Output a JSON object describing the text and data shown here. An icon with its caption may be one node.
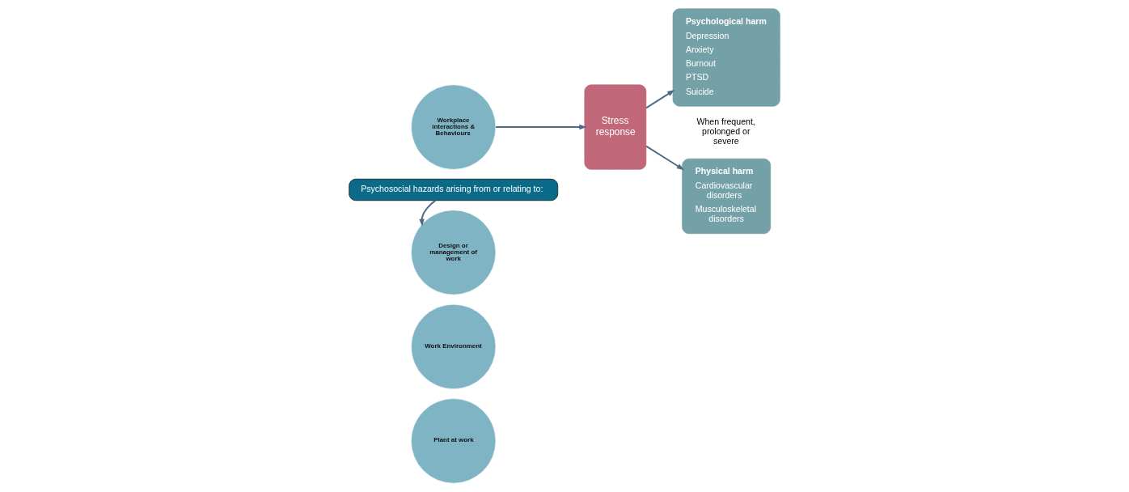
{
  "diagram": {
    "nodes": [
      {
        "text": [
          "Psychosocial hazards arising from or relating to:"
        ]
      },
      {
        "text": [
          "Design or management of work"
        ]
      },
      {
        "text": [
          "Work Environment"
        ]
      },
      {
        "text": [
          "Workplace interactions & Behaviours"
        ]
      },
      {
        "text": [
          "Plant at work"
        ]
      },
      {
        "text": [
          "Stress response"
        ]
      },
      {
        "text": [
          "Psychological harm",
          "Depression",
          "Anxiety",
          "Burnout",
          "PTSD",
          "Suicide"
        ]
      },
      {
        "text": [
          "Physical harm",
          "Cardiovascular disorders",
          "Musculoskeletal disorders"
        ]
      }
    ],
    "edges": [
      {
        "from": 0,
        "to": 1,
        "arrow": "to"
      },
      {
        "from": 3,
        "to": 5,
        "arrow": "to"
      },
      {
        "from": 5,
        "to": 6,
        "arrow": "to"
      },
      {
        "from": 5,
        "to": 7,
        "arrow": "to"
      }
    ],
    "labels": [
      "When frequent, prolonged or severe"
    ]
  }
}
